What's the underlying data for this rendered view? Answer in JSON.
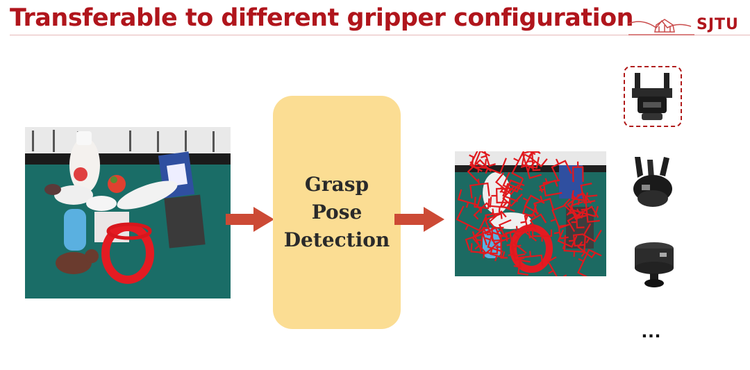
{
  "slide": {
    "title": "Transferable to different gripper configuration",
    "logo_text": "SJTU",
    "logo_icon": "sjtu-logo-icon"
  },
  "diagram": {
    "input_image": "cluttered-objects-point-cloud",
    "process_lines": [
      "Grasp",
      "Pose",
      "Detection"
    ],
    "output_image": "grasp-poses-overlay",
    "grippers": [
      "parallel-jaw-gripper-icon",
      "three-finger-gripper-icon",
      "suction-cup-gripper-icon"
    ],
    "more_indicator": "…"
  },
  "colors": {
    "title": "#b0151c",
    "arrow": "#cc4a35",
    "process_box": "#fbdd93",
    "grasp_lines": "#e0191e",
    "table": "#1a6d67",
    "highlight_border": "#b01a1a"
  }
}
